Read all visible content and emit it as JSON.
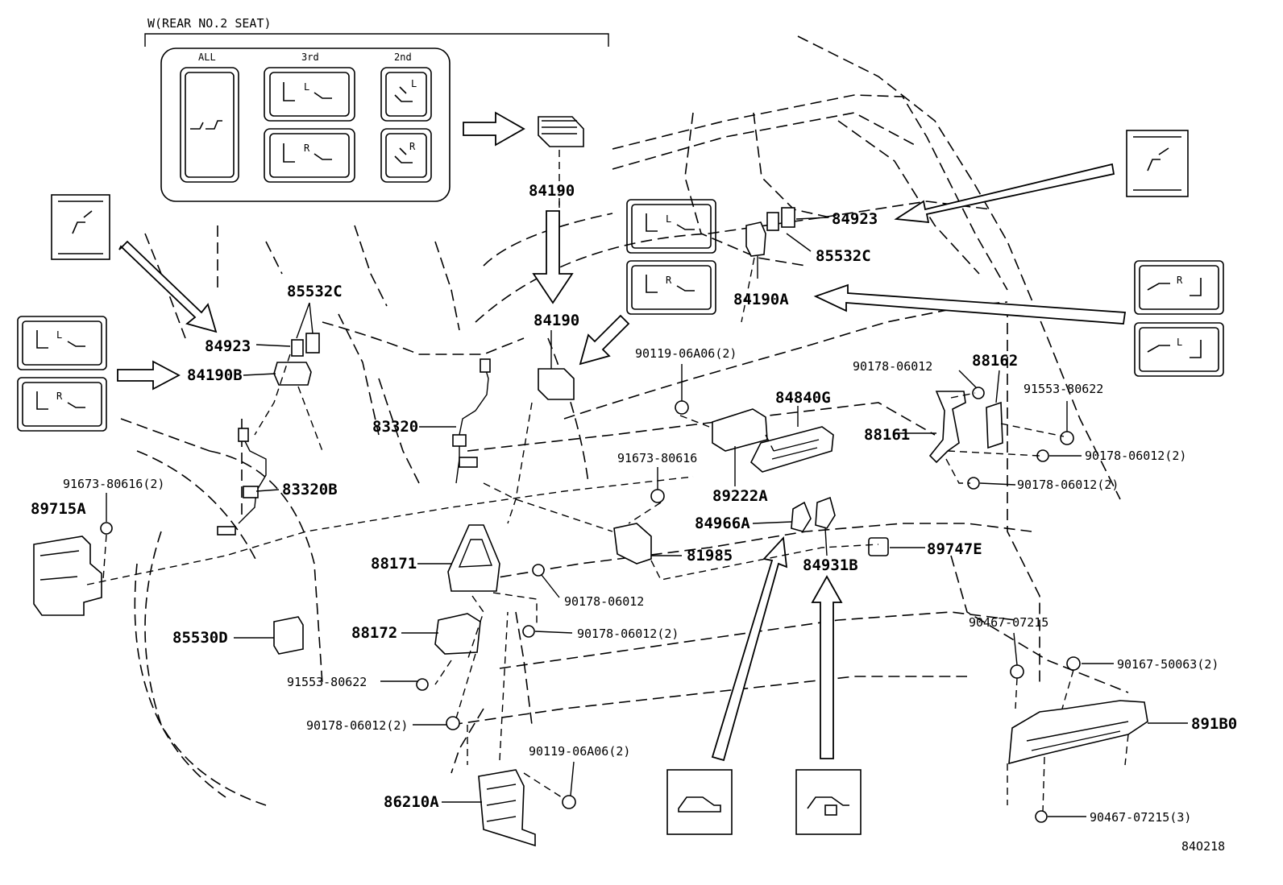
{
  "header": {
    "variant_label": "W(REAR NO.2 SEAT)"
  },
  "switch_panel": {
    "columns": [
      "ALL",
      "3rd",
      "2nd"
    ],
    "glyph_L": "L",
    "glyph_R": "R"
  },
  "part_numbers": {
    "p84190_top": "84190",
    "p84190_mid": "84190",
    "p85532C_left": "85532C",
    "p84923_left": "84923",
    "p84190B": "84190B",
    "p83320": "83320",
    "p83320B": "83320B",
    "p91673_80616_2": "91673-80616(2)",
    "p89715A": "89715A",
    "p85530D": "85530D",
    "p88171": "88171",
    "p88172": "88172",
    "p91553_80622_left": "91553-80622",
    "p90178_06012_2_left": "90178-06012(2)",
    "p90119_06A06_2_bottom": "90119-06A06(2)",
    "p86210A": "86210A",
    "p90119_06A06_2_top": "90119-06A06(2)",
    "p91673_80616": "91673-80616",
    "p81985": "81985",
    "p90178_06012_mid": "90178-06012",
    "p90178_06012_2_mid": "90178-06012(2)",
    "p84840G": "84840G",
    "p89222A": "89222A",
    "p84966A": "84966A",
    "p84931B": "84931B",
    "p89747E": "89747E",
    "p84923_right": "84923",
    "p85532C_right": "85532C",
    "p84190A": "84190A",
    "p90178_06012_right": "90178-06012",
    "p88162": "88162",
    "p91553_80622_right": "91553-80622",
    "p88161": "88161",
    "p90178_06012_2_r1": "90178-06012(2)",
    "p90178_06012_2_r2": "90178-06012(2)",
    "p90467_07215": "90467-07215",
    "p90167_50063_2": "90167-50063(2)",
    "p891B0": "891B0",
    "p90467_07215_3": "90467-07215(3)"
  },
  "footer": {
    "figure_code": "84O218"
  }
}
